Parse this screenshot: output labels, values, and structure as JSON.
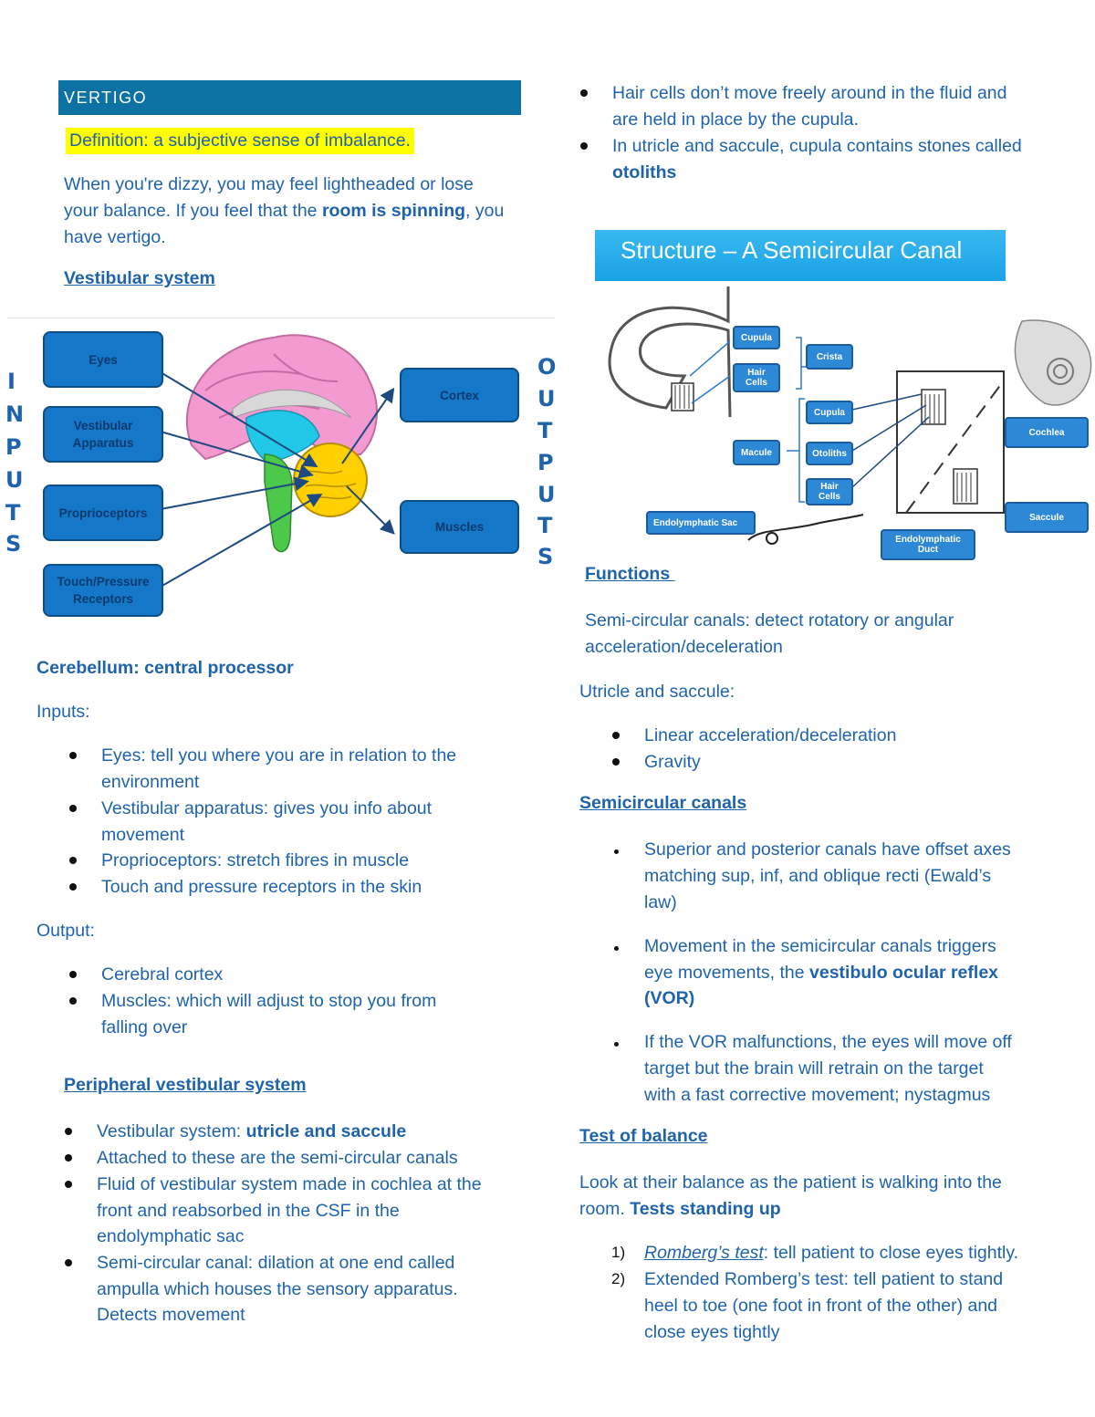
{
  "left": {
    "banner": "VERTIGO",
    "definition": "Definition: a subjective sense of imbalance.",
    "intro_lines": [
      "When you're dizzy, you may feel lightheaded or lose",
      "your balance. If you feel that the ",
      "room is spinning",
      ", you",
      "have vertigo."
    ],
    "vestibular_heading": "Vestibular system",
    "diagram": {
      "inputs_letters": [
        "I",
        "N",
        "P",
        "U",
        "T",
        "S"
      ],
      "outputs_letters": [
        "O",
        "U",
        "T",
        "P",
        "U",
        "T",
        "S"
      ],
      "boxes": {
        "eyes": "Eyes",
        "vestibular_1": "Vestibular",
        "vestibular_2": "Apparatus",
        "proprioceptors": "Proprioceptors",
        "touch_1": "Touch/Pressure",
        "touch_2": "Receptors",
        "cortex": "Cortex",
        "muscles": "Muscles"
      }
    },
    "cerebellum_heading": "Cerebellum: central processor",
    "inputs_label": "Inputs:",
    "inputs_lines": [
      "Eyes: tell you where you are in relation to the",
      "environment",
      "Vestibular apparatus: gives you info about",
      "movement",
      "Proprioceptors: stretch fibres in muscle",
      "Touch and pressure receptors in the skin"
    ],
    "output_label": "Output:",
    "output_lines": [
      "Cerebral cortex",
      "Muscles: which will adjust to stop you from",
      "falling over"
    ],
    "peripheral_heading": "Peripheral vestibular system",
    "peripheral_lines": [
      "Vestibular system: ",
      "utricle and saccule",
      "Attached to these are the semi-circular canals",
      "Fluid of vestibular system made in cochlea at the",
      "front and reabsorbed in the CSF in the",
      "endolymphatic sac",
      "Semi-circular canal: dilation at one end called",
      "ampulla which houses the sensory apparatus.",
      "Detects movement"
    ]
  },
  "right": {
    "top_lines": [
      "Hair cells don’t move freely around in the fluid and",
      "are held in place by the cupula.",
      "In utricle and saccule, cupula contains stones called",
      "otoliths"
    ],
    "structure_title": "Structure – A Semicircular Canal",
    "structure_labels": {
      "cupula_top": "Cupula",
      "hair_cells_top_1": "Hair",
      "hair_cells_top_2": "Cells",
      "crista": "Crista",
      "cupula_mid": "Cupula",
      "macule": "Macule",
      "otoliths": "Otoliths",
      "hair_cells_mid_1": "Hair",
      "hair_cells_mid_2": "Cells",
      "endolymphatic_sac": "Endolymphatic Sac",
      "endolymphatic_duct_1": "Endolymphatic",
      "endolymphatic_duct_2": "Duct",
      "cochlea": "Cochlea",
      "saccule": "Saccule"
    },
    "functions_heading": "Functions ",
    "functions_lines": [
      "Semi-circular canals: detect rotatory or angular",
      "acceleration/deceleration"
    ],
    "utricle_label": "Utricle and saccule:",
    "utricle_lines": [
      "Linear acceleration/deceleration",
      "Gravity"
    ],
    "semicircular_heading": "Semicircular canals",
    "semicircular_lines": [
      "Superior and posterior canals have offset axes",
      "matching sup, inf, and oblique recti (Ewald’s",
      "law)",
      "Movement in the semicircular canals triggers",
      "eye movements, the ",
      "vestibulo ocular reflex",
      "(VOR)",
      "If the VOR malfunctions, the eyes will move off",
      "target but the brain will retrain on the target",
      "with a fast corrective movement; nystagmus"
    ],
    "test_heading": "Test of balance",
    "test_lines": [
      "Look at their balance as the patient is walking into the",
      "room. ",
      "Tests standing up"
    ],
    "numbered": [
      {
        "num": "1)",
        "italic": "Romberg’s test",
        "rest": ": tell patient to close eyes tightly."
      },
      {
        "num": "2)",
        "lines": [
          "Extended Romberg’s test: tell patient to stand",
          "heel to toe (one foot in front of the other) and",
          "close eyes tightly"
        ]
      }
    ]
  }
}
